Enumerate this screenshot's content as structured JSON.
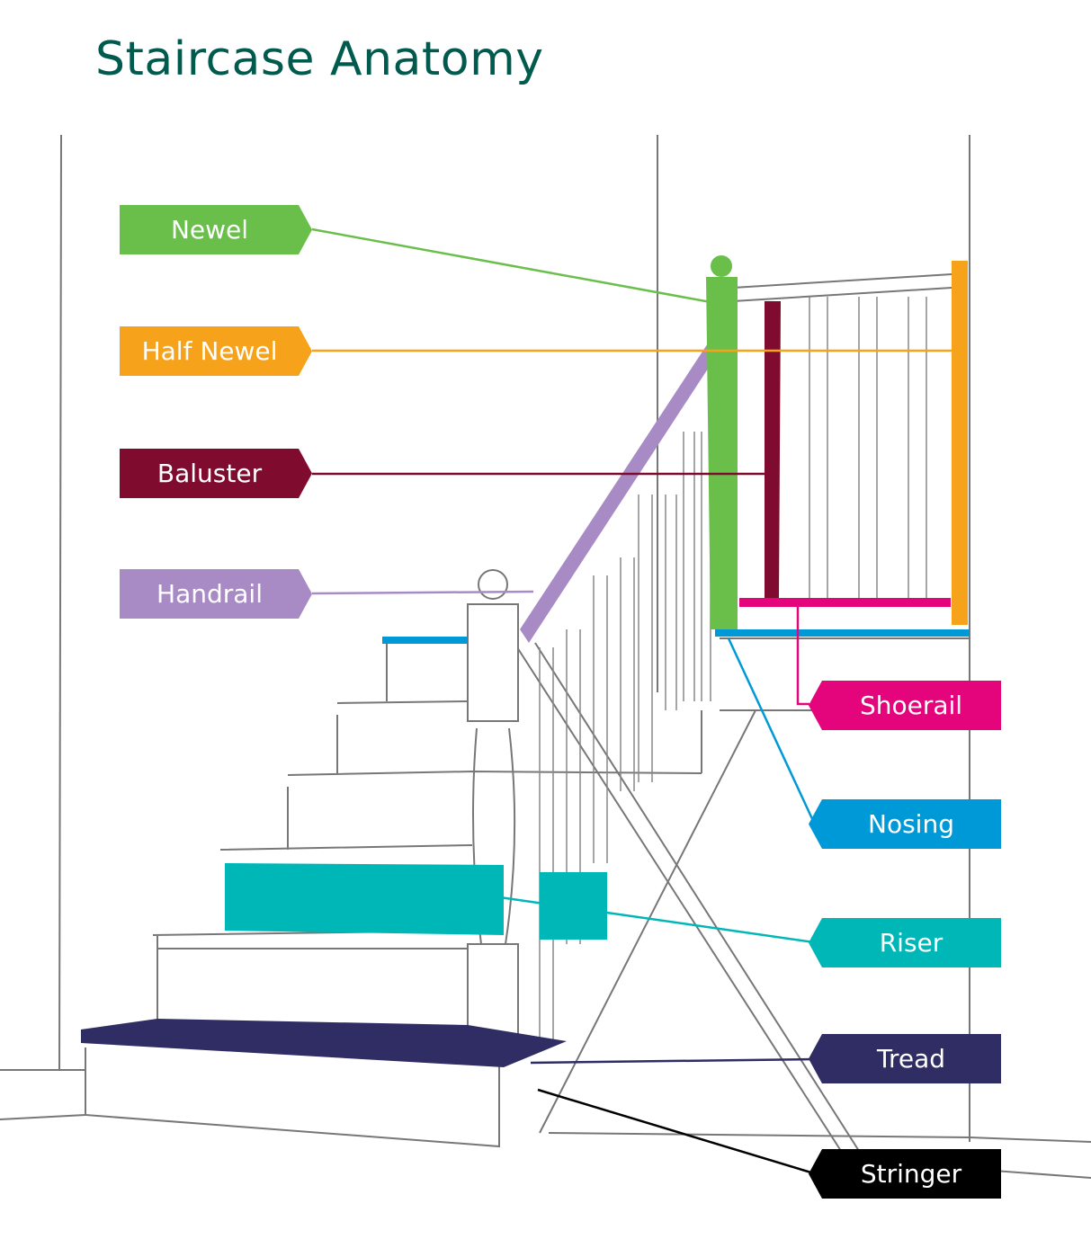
{
  "title": "Staircase Anatomy",
  "labels": {
    "newel": {
      "text": "Newel",
      "color": "#6abf4b"
    },
    "half_newel": {
      "text": "Half Newel",
      "color": "#f7a21b"
    },
    "baluster": {
      "text": "Baluster",
      "color": "#7f0c2e"
    },
    "handrail": {
      "text": "Handrail",
      "color": "#a88bc5"
    },
    "shoerail": {
      "text": "Shoerail",
      "color": "#e4047c"
    },
    "nosing": {
      "text": "Nosing",
      "color": "#0099d8"
    },
    "riser": {
      "text": "Riser",
      "color": "#00b7b7"
    },
    "tread": {
      "text": "Tread",
      "color": "#2f2d63"
    },
    "stringer": {
      "text": "Stringer",
      "color": "#000000"
    }
  }
}
